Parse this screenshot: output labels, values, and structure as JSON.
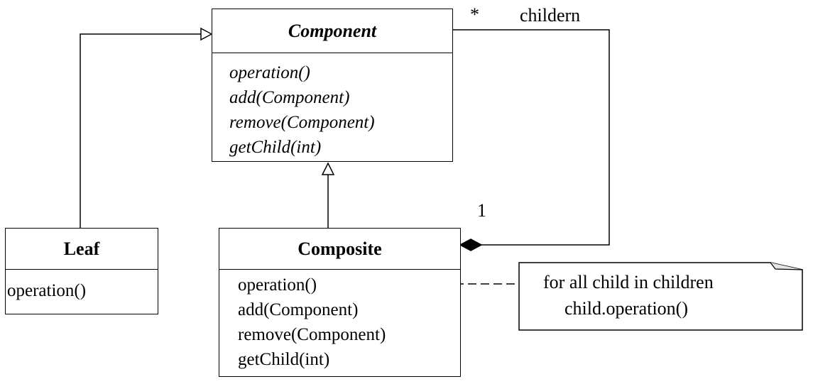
{
  "classes": {
    "component": {
      "name": "Component",
      "methods": [
        "operation()",
        "add(Component)",
        "remove(Component)",
        "getChild(int)"
      ]
    },
    "leaf": {
      "name": "Leaf",
      "methods": [
        "operation()"
      ]
    },
    "composite": {
      "name": "Composite",
      "methods": [
        "operation()",
        "add(Component)",
        "remove(Component)",
        "getChild(int)"
      ]
    }
  },
  "association": {
    "many_multiplicity": "*",
    "role": "childern",
    "one_multiplicity": "1"
  },
  "note": {
    "lines": [
      "for all child in children",
      "child.operation()"
    ]
  }
}
